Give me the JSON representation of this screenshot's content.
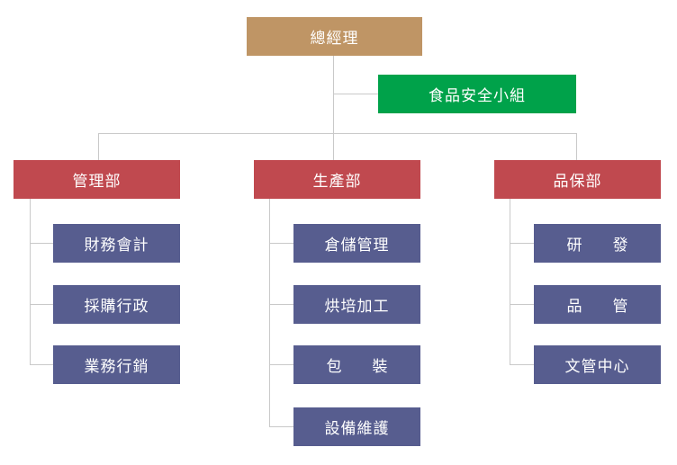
{
  "chart": {
    "root": "總經理",
    "committee": "食品安全小組",
    "departments": [
      {
        "name": "管理部",
        "units": [
          "財務會計",
          "採購行政",
          "業務行銷"
        ]
      },
      {
        "name": "生產部",
        "units": [
          "倉儲管理",
          "烘培加工",
          "包　　裝",
          "設備維護"
        ]
      },
      {
        "name": "品保部",
        "units": [
          "研　　發",
          "品　　管",
          "文管中心"
        ]
      }
    ]
  },
  "colors": {
    "root": "#bf9565",
    "committee": "#00a24a",
    "department": "#c0494f",
    "unit": "#575d8f",
    "connector": "#c9c9c9"
  }
}
